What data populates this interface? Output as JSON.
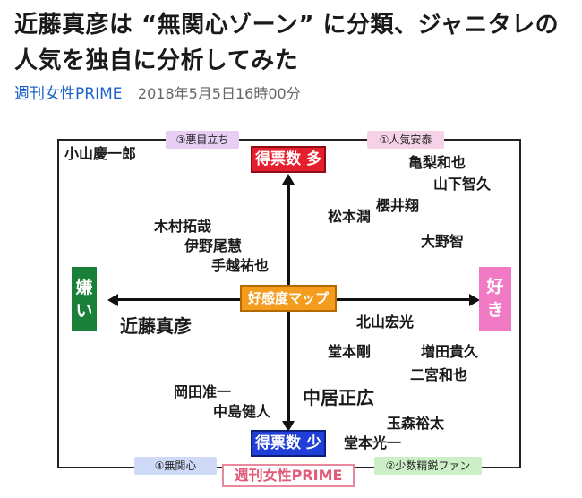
{
  "article": {
    "headline": "近藤真彦は “無関心ゾーン” に分類、ジャニタレの人気を独自に分析してみた",
    "source": "週刊女性PRIME",
    "date": "2018年5月5日16時00分"
  },
  "chart": {
    "axis_top": "得票数 多",
    "axis_bottom": "得票数 少",
    "axis_left": "嫌い",
    "axis_right": "好き",
    "center": "好感度マップ",
    "quadrant_top_left": "③悪目立ち",
    "quadrant_top_right": "①人気安泰",
    "quadrant_bottom_left": "④無関心",
    "quadrant_bottom_right": "②少数精鋭ファン",
    "watermark": "週刊女性PRIME",
    "names": {
      "koyama": "小山慶一郎",
      "kamenashi": "亀梨和也",
      "yamashita": "山下智久",
      "matsumoto": "松本潤",
      "sakurai": "櫻井翔",
      "ohno": "大野智",
      "kimura": "木村拓哉",
      "ino": "伊野尾慧",
      "tegoshi": "手越祐也",
      "kondo": "近藤真彦",
      "kitayama": "北山宏光",
      "domoto_tsuyoshi": "堂本剛",
      "masuda": "増田貴久",
      "ninomiya": "二宮和也",
      "okada": "岡田准一",
      "nakajima": "中島健人",
      "nakai": "中居正広",
      "tamamori": "玉森裕太",
      "domoto_koichi": "堂本光一"
    }
  }
}
